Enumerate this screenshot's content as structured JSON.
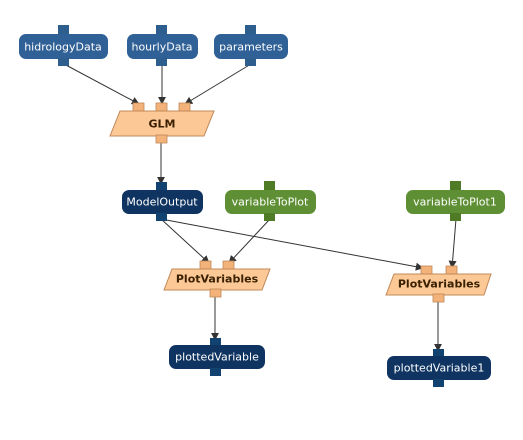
{
  "colors": {
    "input_node": "#2f6096",
    "input_port": "#2d5e8e",
    "output_node": "#0f3461",
    "output_port": "#12426f",
    "param_node": "#5f8f34",
    "param_port": "#4f7b27",
    "process_fill": "#fbc896",
    "process_stroke": "#c08858",
    "process_port": "#f3b27a",
    "edge": "#333333"
  },
  "nodes": {
    "hidrologyData": {
      "label": "hidrologyData",
      "kind": "input"
    },
    "hourlyData": {
      "label": "hourlyData",
      "kind": "input"
    },
    "parameters": {
      "label": "parameters",
      "kind": "input"
    },
    "glm": {
      "label": "GLM",
      "kind": "process"
    },
    "modelOutput": {
      "label": "ModelOutput",
      "kind": "output"
    },
    "variableToPlot": {
      "label": "variableToPlot",
      "kind": "param"
    },
    "variableToPlot1": {
      "label": "variableToPlot1",
      "kind": "param"
    },
    "plotVariables": {
      "label": "PlotVariables",
      "kind": "process"
    },
    "plotVariables1": {
      "label": "PlotVariables",
      "kind": "process"
    },
    "plottedVariable": {
      "label": "plottedVariable",
      "kind": "output"
    },
    "plottedVariable1": {
      "label": "plottedVariable1",
      "kind": "output"
    }
  },
  "edges": [
    {
      "from": "hidrologyData",
      "to": "glm"
    },
    {
      "from": "hourlyData",
      "to": "glm"
    },
    {
      "from": "parameters",
      "to": "glm"
    },
    {
      "from": "glm",
      "to": "modelOutput"
    },
    {
      "from": "modelOutput",
      "to": "plotVariables"
    },
    {
      "from": "variableToPlot",
      "to": "plotVariables"
    },
    {
      "from": "modelOutput",
      "to": "plotVariables1"
    },
    {
      "from": "variableToPlot1",
      "to": "plotVariables1"
    },
    {
      "from": "plotVariables",
      "to": "plottedVariable"
    },
    {
      "from": "plotVariables1",
      "to": "plottedVariable1"
    }
  ]
}
